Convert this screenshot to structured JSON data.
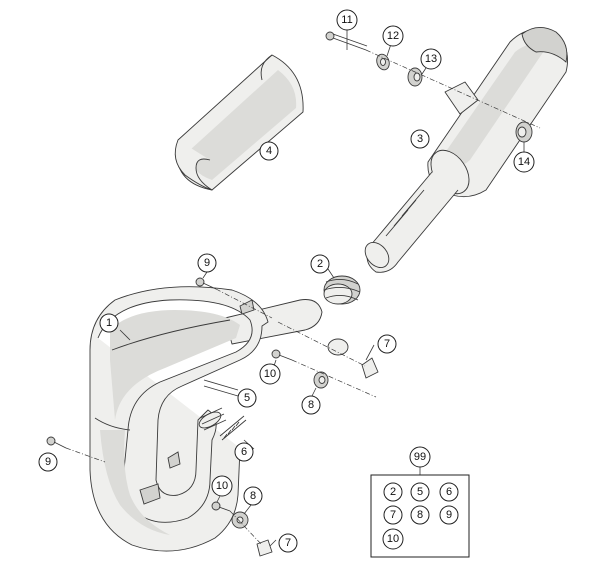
{
  "diagram": {
    "callouts": {
      "c1": "1",
      "c2": "2",
      "c3": "3",
      "c4": "4",
      "c5": "5",
      "c6": "6",
      "c7a": "7",
      "c7b": "7",
      "c8a": "8",
      "c8b": "8",
      "c9a": "9",
      "c9b": "9",
      "c10a": "10",
      "c10b": "10",
      "c11": "11",
      "c12": "12",
      "c13": "13",
      "c14": "14"
    },
    "kit": {
      "label": "99",
      "items": [
        "2",
        "5",
        "6",
        "7",
        "8",
        "9",
        "10"
      ]
    }
  }
}
